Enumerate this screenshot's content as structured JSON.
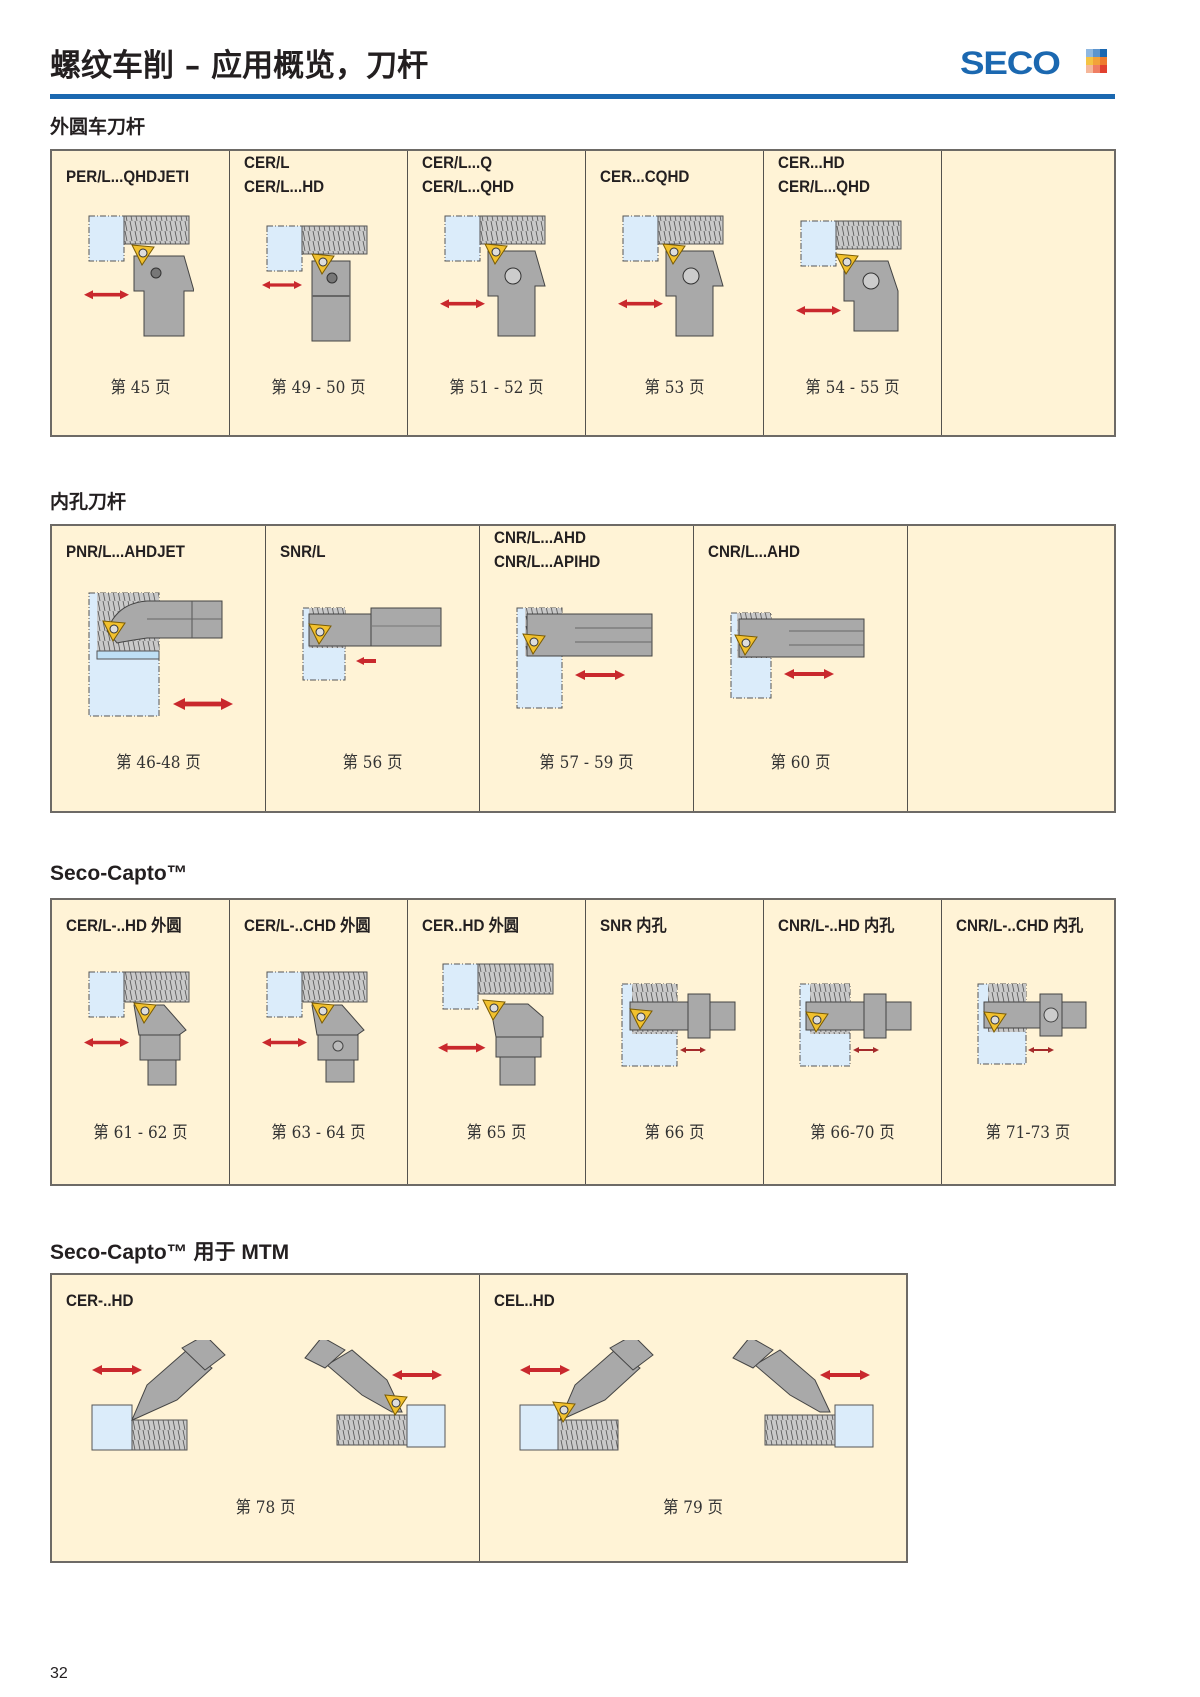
{
  "header": {
    "title": "螺纹车削 – 应用概览，刀杆",
    "logo_text": "SECO",
    "logo_colors": [
      "#8fb8e0",
      "#5c95cf",
      "#1b68b0",
      "#f4c343",
      "#f2a23a",
      "#ee7b2e",
      "#f5b79a",
      "#ef7e63",
      "#e2402f"
    ]
  },
  "colors": {
    "accent_blue": "#1b68b0",
    "panel_bg": "#fff3d6",
    "panel_border": "#6d6a66",
    "workpiece": "#dbecfa",
    "tool_grey": "#a9a9a9",
    "insert_yellow": "#f2c12e",
    "arrow_red": "#c9282d"
  },
  "sections": [
    {
      "title": "外圆车刀杆",
      "cells": [
        {
          "label": "PER/L...QHDJETI",
          "page": "第 45 页",
          "drawing": "external"
        },
        {
          "label": "CER/L\nCER/L...HD",
          "page": "第 49 - 50 页",
          "drawing": "external"
        },
        {
          "label": "CER/L...Q\nCER/L...QHD",
          "page": "第 51 - 52 页",
          "drawing": "external"
        },
        {
          "label": "CER...CQHD",
          "page": "第 53 页",
          "drawing": "external"
        },
        {
          "label": "CER...HD\nCER/L...QHD",
          "page": "第 54 - 55 页",
          "drawing": "external"
        },
        {
          "label": "",
          "page": "",
          "drawing": "none"
        }
      ]
    },
    {
      "title": "内孔刀杆",
      "cells": [
        {
          "label": "PNR/L...AHDJET",
          "page": "第 46-48 页",
          "drawing": "internal"
        },
        {
          "label": "SNR/L",
          "page": "第 56 页",
          "drawing": "internal"
        },
        {
          "label": "CNR/L...AHD\nCNR/L...APIHD",
          "page": "第 57 - 59 页",
          "drawing": "internal"
        },
        {
          "label": "CNR/L...AHD",
          "page": "第 60 页",
          "drawing": "internal"
        },
        {
          "label": "",
          "page": "",
          "drawing": "none"
        }
      ]
    },
    {
      "title": "Seco-Capto™",
      "cells": [
        {
          "label": "CER/L-..HD 外圆",
          "page": "第 61 - 62 页",
          "drawing": "capto-external"
        },
        {
          "label": "CER/L-..CHD 外圆",
          "page": "第 63 - 64 页",
          "drawing": "capto-external"
        },
        {
          "label": "CER..HD 外圆",
          "page": "第 65 页",
          "drawing": "capto-external"
        },
        {
          "label": "SNR 内孔",
          "page": "第 66 页",
          "drawing": "capto-internal"
        },
        {
          "label": "CNR/L-..HD 内孔",
          "page": "第 66-70 页",
          "drawing": "capto-internal"
        },
        {
          "label": "CNR/L-..CHD 内孔",
          "page": "第 71-73 页",
          "drawing": "capto-internal"
        }
      ]
    },
    {
      "title": "Seco-Capto™ 用于 MTM",
      "cells": [
        {
          "label": "CER-..HD",
          "page": "第 78 页",
          "drawing": "mtm"
        },
        {
          "label": "CEL..HD",
          "page": "第 79 页",
          "drawing": "mtm"
        }
      ]
    }
  ],
  "footer": {
    "page_number": "32"
  }
}
